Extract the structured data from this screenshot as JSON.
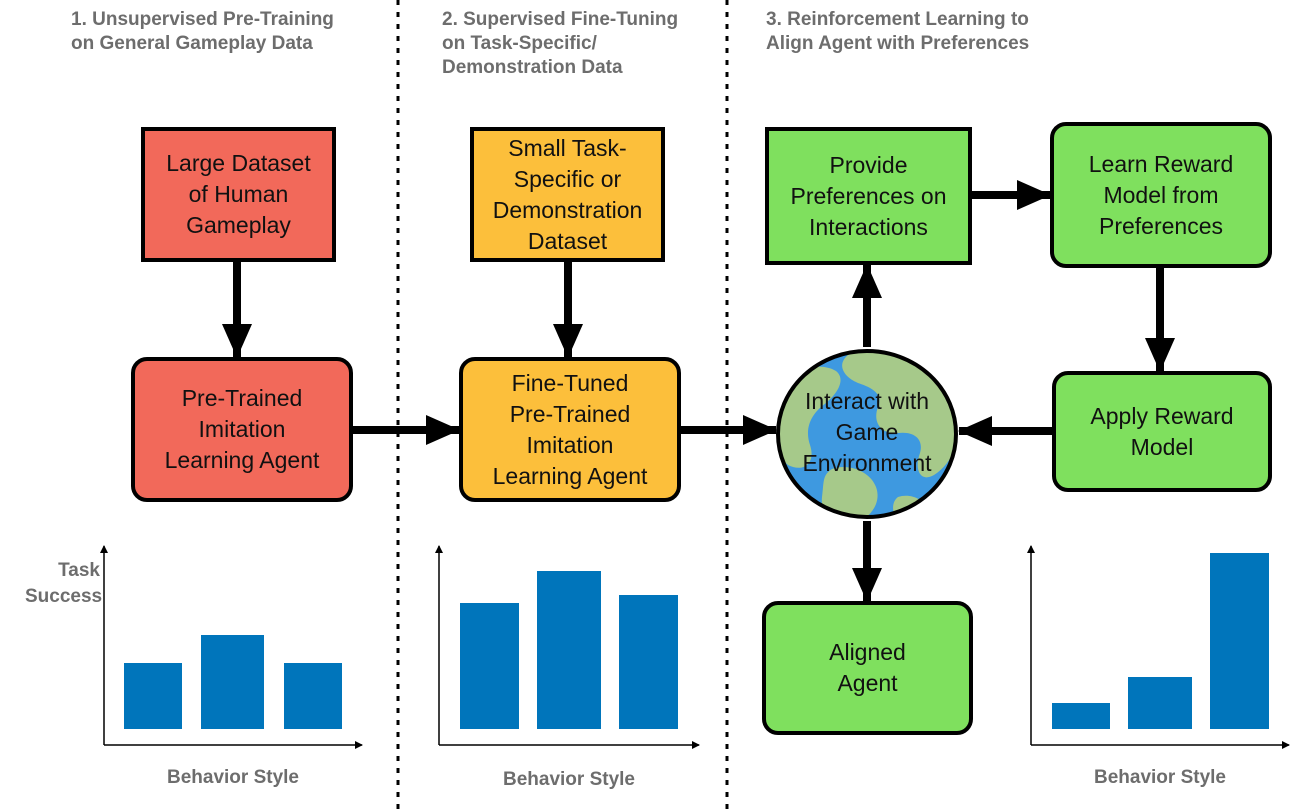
{
  "stages": [
    {
      "lines": [
        "1. Unsupervised Pre-Training",
        "on General Gameplay Data"
      ]
    },
    {
      "lines": [
        "2. Supervised Fine-Tuning",
        "on Task-Specific/",
        "Demonstration Data"
      ]
    },
    {
      "lines": [
        "3. Reinforcement Learning to",
        "Align Agent with Preferences"
      ]
    }
  ],
  "nodes": {
    "large_dataset": [
      "Large Dataset",
      "of Human",
      "Gameplay"
    ],
    "pretrained_agent": [
      "Pre-Trained",
      "Imitation",
      "Learning Agent"
    ],
    "small_dataset": [
      "Small Task-",
      "Specific or",
      "Demonstration",
      "Dataset"
    ],
    "finetuned_agent": [
      "Fine-Tuned",
      "Pre-Trained",
      "Imitation",
      "Learning Agent"
    ],
    "preferences": [
      "Provide",
      "Preferences on",
      "Interactions"
    ],
    "reward_model": [
      "Learn Reward",
      "Model from",
      "Preferences"
    ],
    "game_env": [
      "Interact with",
      "Game",
      "Environment"
    ],
    "apply_reward": [
      "Apply Reward",
      "Model"
    ],
    "aligned_agent": [
      "Aligned",
      "Agent"
    ]
  },
  "colors": {
    "stage1": "#f2695a",
    "stage2": "#fcbf3b",
    "stage3": "#7fe05e",
    "bars": "#0075bb",
    "ocean": "#3e99e0",
    "land": "#a6c98a"
  },
  "charts": {
    "ylabel": [
      "Task",
      "Success"
    ],
    "xlabel": "Behavior Style"
  },
  "chart_data": [
    {
      "type": "bar",
      "categories": [
        "",
        "",
        ""
      ],
      "values": [
        0.33,
        0.47,
        0.33
      ],
      "xlabel": "Behavior Style",
      "ylabel": "Task Success"
    },
    {
      "type": "bar",
      "categories": [
        "",
        "",
        ""
      ],
      "values": [
        0.63,
        0.79,
        0.67
      ],
      "xlabel": "Behavior Style",
      "ylabel": ""
    },
    {
      "type": "bar",
      "categories": [
        "",
        "",
        ""
      ],
      "values": [
        0.13,
        0.26,
        0.88
      ],
      "xlabel": "Behavior Style",
      "ylabel": ""
    }
  ]
}
